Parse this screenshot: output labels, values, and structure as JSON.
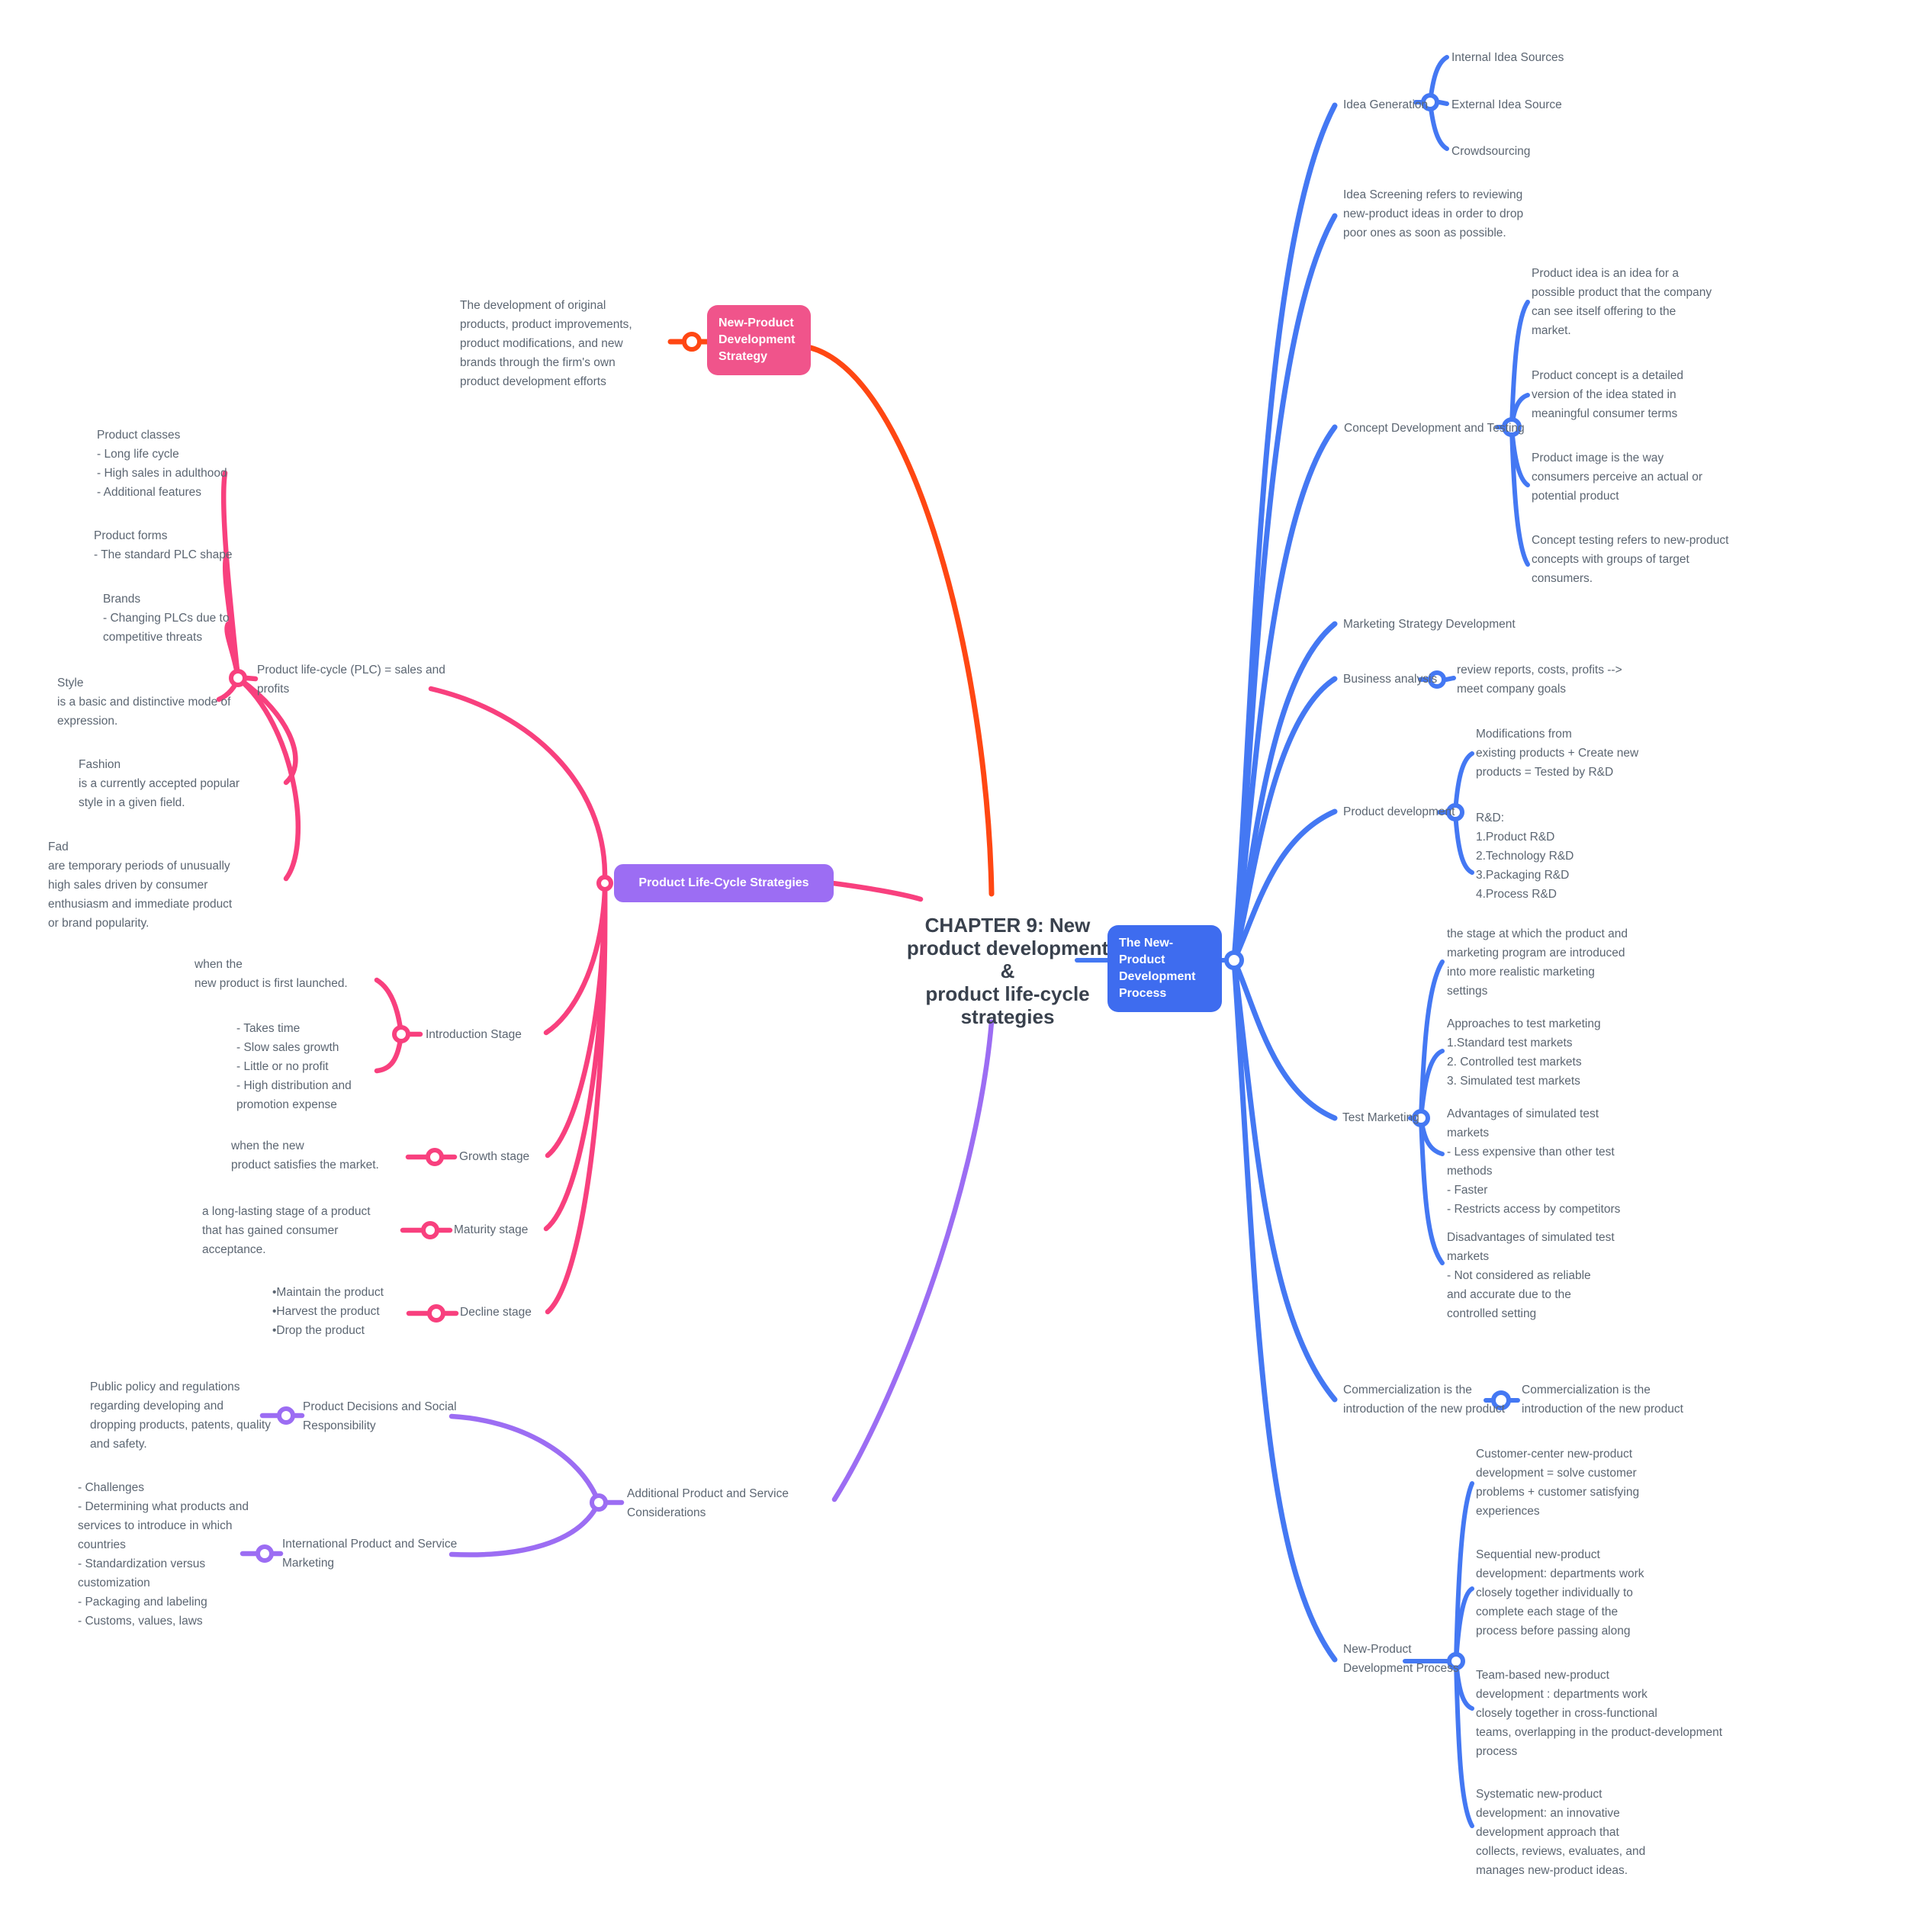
{
  "title": "CHAPTER 9: New\nproduct development &\nproduct life-cycle\nstrategies",
  "colors": {
    "blue_node": "#3E6CEF",
    "blue_line": "#4478F3",
    "pink_node": "#F0548B",
    "pink_line": "#F8407E",
    "orange_line": "#FF4713",
    "purple_node": "#9C6DF3",
    "body_text": "#5C6672",
    "title_text": "#39414D"
  },
  "strategy": {
    "node": "New-Product\nDevelopment\nStrategy",
    "description": "The development of original\nproducts, product improvements,\nproduct modifications, and new\nbrands through the firm's own\nproduct development efforts"
  },
  "plc": {
    "node": "Product Life-Cycle Strategies",
    "definition": "Product life-cycle (PLC) = sales and\nprofits",
    "product_classes": "Product classes\n- Long life cycle\n- High sales in adulthood\n- Additional features",
    "product_forms": "Product forms\n- The standard PLC shape",
    "brands": "Brands\n- Changing PLCs due to\ncompetitive threats",
    "style": "Style\nis a basic and distinctive mode of\nexpression.",
    "fashion": "Fashion\nis a currently accepted popular\nstyle in a given field.",
    "fad": "Fad\nare temporary periods of unusually\nhigh sales driven by consumer\nenthusiasm and immediate product\nor brand popularity.",
    "stages": {
      "introduction": {
        "label": "Introduction Stage",
        "when": "when the\nnew product is first launched.",
        "points": "- Takes time\n- Slow sales growth\n- Little or no profit\n- High distribution and\npromotion expense"
      },
      "growth": {
        "label": "Growth stage",
        "when": "when the new\nproduct satisfies the market."
      },
      "maturity": {
        "label": "Maturity stage",
        "description": "a long-lasting stage of a product\nthat has gained consumer\nacceptance."
      },
      "decline": {
        "label": "Decline stage",
        "points": "•Maintain the product\n•Harvest the product\n•Drop the product"
      }
    }
  },
  "additional": {
    "label": "Additional Product and Service\nConsiderations",
    "social": {
      "label": "Product Decisions and Social\nResponsibility",
      "description": "Public policy and regulations\nregarding developing and\ndropping products, patents, quality\nand safety."
    },
    "international": {
      "label": "International Product and Service\nMarketing",
      "description": "- Challenges\n- Determining what products and\nservices to introduce in which\ncountries\n- Standardization versus\ncustomization\n- Packaging and labeling\n- Customs, values, laws"
    }
  },
  "process": {
    "node": "The New-Product\nDevelopment\nProcess",
    "idea_generation": {
      "label": "Idea Generation",
      "items": [
        "Internal Idea Sources",
        "External Idea Source",
        "Crowdsourcing"
      ]
    },
    "idea_screening": "Idea Screening refers to reviewing\nnew-product ideas in order to drop\npoor ones as soon as possible.",
    "concept": {
      "label": "Concept Development and Testing",
      "product_idea": "Product idea is an idea for a\npossible product that the company\ncan see itself offering to the\nmarket.",
      "product_concept": "Product concept is a detailed\nversion of the idea stated in\nmeaningful consumer terms",
      "product_image": "Product image is the way\nconsumers perceive an actual or\npotential product",
      "concept_testing": "Concept testing refers to new-product\nconcepts with groups of target\nconsumers."
    },
    "marketing_strategy": "Marketing Strategy Development",
    "business_analysis": {
      "label": "Business analysis",
      "description": "review reports, costs, profits -->\nmeet company goals"
    },
    "product_development": {
      "label": "Product development",
      "modifications": "Modifications from\nexisting products + Create new\nproducts = Tested by R&D",
      "rnd": "R&D:\n1.Product R&D\n2.Technology R&D\n3.Packaging R&D\n4.Process R&D"
    },
    "test_marketing": {
      "label": "Test Marketing",
      "stage": "the stage at which the product and\nmarketing program are introduced\ninto more realistic marketing\nsettings",
      "approaches": "Approaches to test marketing\n1.Standard test markets\n2. Controlled test markets\n3. Simulated test markets",
      "advantages": "Advantages of simulated test\nmarkets\n- Less expensive than other test\nmethods\n- Faster\n- Restricts access by competitors",
      "disadvantages": "Disadvantages of simulated test\nmarkets\n- Not considered as reliable\nand accurate due to the\ncontrolled setting"
    },
    "commercialization": {
      "label": "Commercialization is the\nintroduction of the new product",
      "description": "Commercialization is the\nintroduction of the new product"
    },
    "npdp": {
      "label": "New-Product\nDevelopment Process",
      "customer": "Customer-center new-product\ndevelopment = solve customer\nproblems + customer satisfying\nexperiences",
      "sequential": "Sequential new-product\ndevelopment: departments work\nclosely together individually to\ncomplete each stage of the\nprocess before passing along",
      "team": "Team-based new-product\ndevelopment : departments work\nclosely together in cross-functional\nteams, overlapping in the product-development\nprocess",
      "systematic": "Systematic new-product\ndevelopment: an innovative\ndevelopment approach that\ncollects, reviews, evaluates, and\nmanages new-product ideas."
    }
  }
}
